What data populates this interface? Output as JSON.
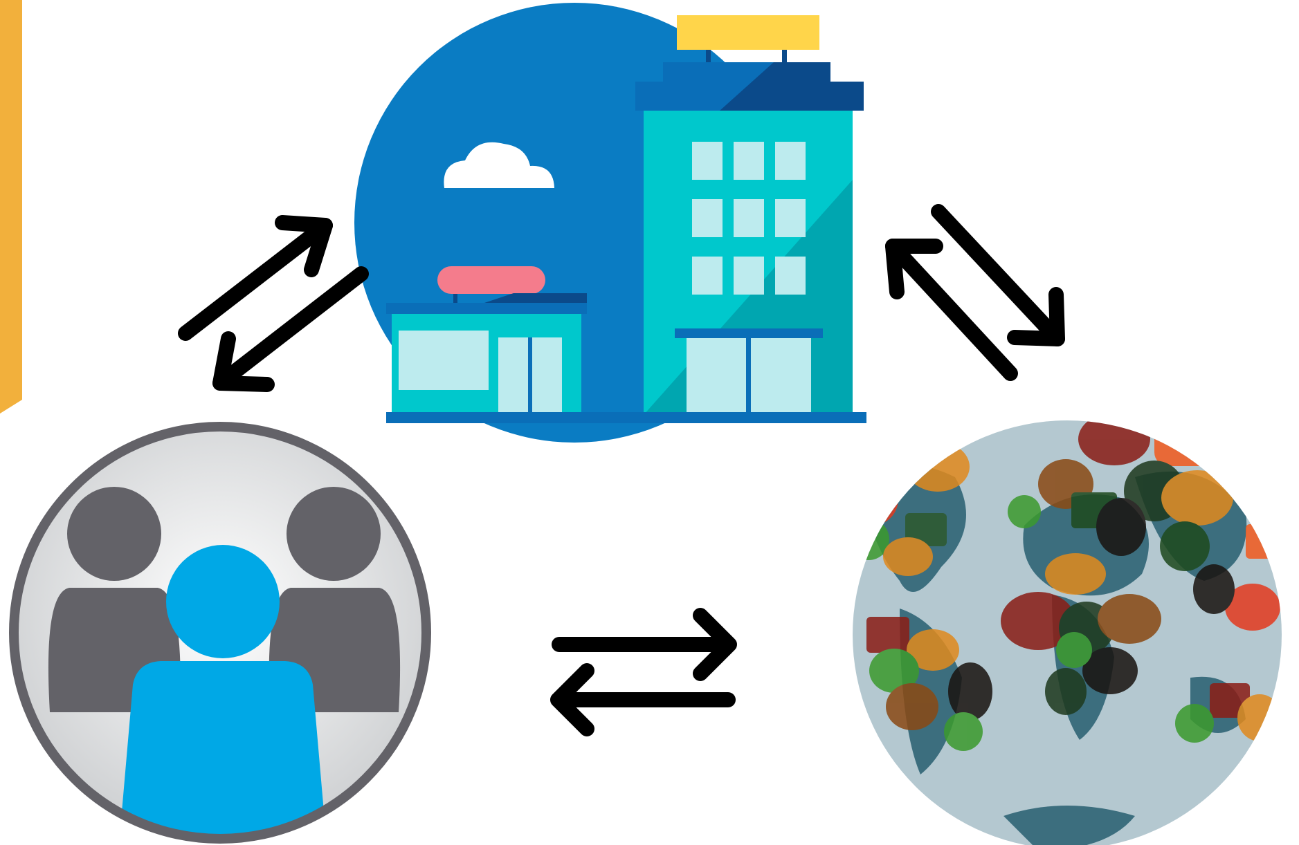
{
  "nodes": [
    {
      "id": "company",
      "icon": "office-building-icon"
    },
    {
      "id": "people",
      "icon": "user-group-icon"
    },
    {
      "id": "world",
      "icon": "globe-with-speech-bubbles-icon"
    }
  ],
  "connections": [
    {
      "between": [
        "people",
        "company"
      ],
      "type": "bidirectional"
    },
    {
      "between": [
        "company",
        "world"
      ],
      "type": "bidirectional"
    },
    {
      "between": [
        "people",
        "world"
      ],
      "type": "bidirectional"
    }
  ],
  "colors": {
    "accent_bar": "#F2B03C",
    "sky_blue": "#0A7CC3",
    "building_teal": "#00C8CC",
    "building_navy": "#0B4A8A",
    "sign_yellow": "#FFD54A",
    "sign_pink": "#F47C8C",
    "people_gray": "#636268",
    "people_blue": "#00A8E6",
    "ocean": "#B4C8D0",
    "land": "#3C6E7E",
    "arrow": "#000000"
  }
}
